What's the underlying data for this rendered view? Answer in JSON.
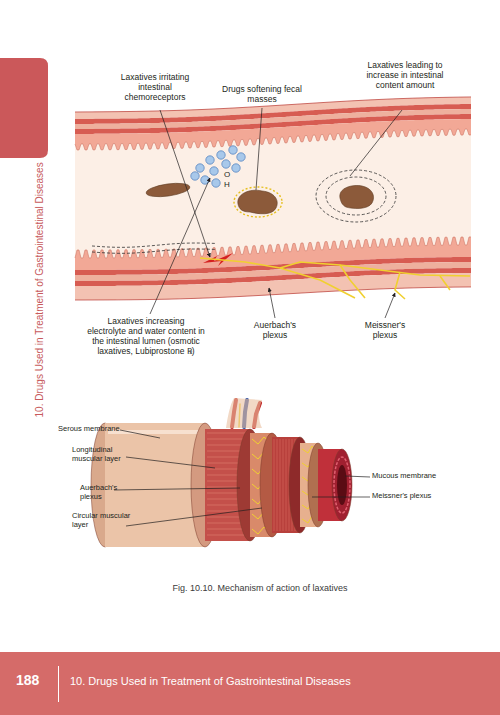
{
  "diagram": {
    "caption": "Fig. 10.10. Mechanism of action of laxatives",
    "nodes": [
      {
        "text": [
          "188",
          "10. Drugs Used in Treatment of Gastrointestinal Diseases"
        ]
      }
    ],
    "labels": [
      "10. Drugs Used in Treatment of Gastrointestinal Diseases",
      "Laxatives irritating intestinal chemoreceptors",
      "Drugs softening fecal masses",
      "Laxatives leading to increase in intestinal content amount",
      "O",
      "H",
      "Laxatives increasing electrolyte and water content in the intestinal lumen (osmotic laxatives, Lubiprostone ℞)",
      "Auerbach's plexus",
      "Meissner's plexus",
      "Serous membrane",
      "Longitudinal muscular layer",
      "Auerbach's plexus",
      "Circular muscular layer",
      "Mucous membrane",
      "Meissner's plexus"
    ]
  }
}
